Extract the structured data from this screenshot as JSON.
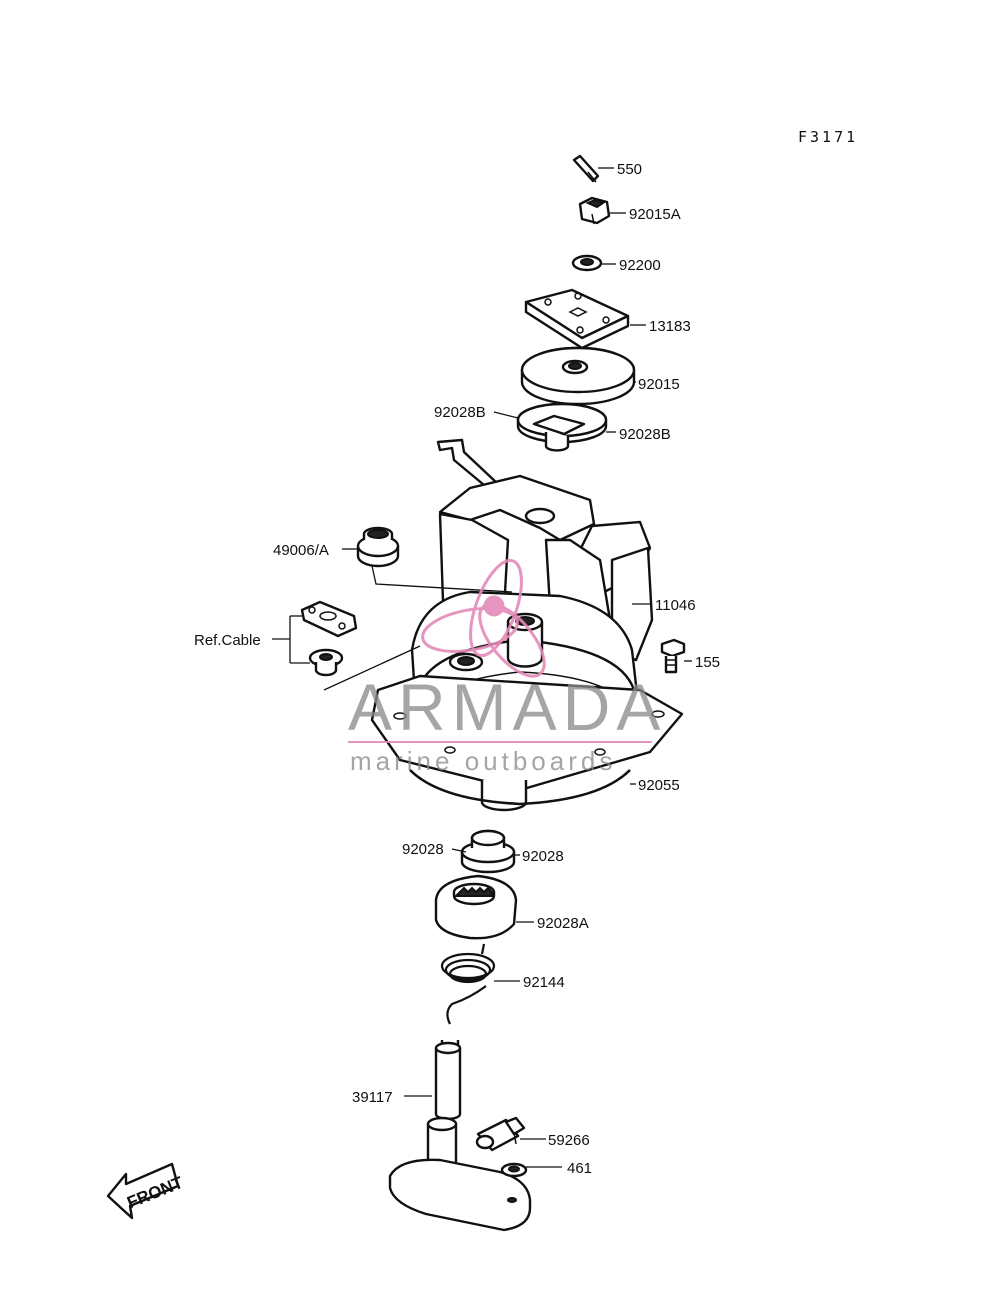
{
  "figure_code": "F3171",
  "callouts": {
    "p550": "550",
    "p92015A": "92015A",
    "p92200": "92200",
    "p13183": "13183",
    "p92015": "92015",
    "p92028B_left": "92028B",
    "p92028B_right": "92028B",
    "p49006A": "49006/A",
    "p11046": "11046",
    "ref_cable": "Ref.Cable",
    "p155": "155",
    "p92055": "92055",
    "p92028_left": "92028",
    "p92028_right": "92028",
    "p92028A": "92028A",
    "p92144": "92144",
    "p39117": "39117",
    "p59266": "59266",
    "p461": "461"
  },
  "front_arrow": {
    "label": "FRONT"
  },
  "watermark": {
    "brand": "ARMADA",
    "tagline": "marine outboards",
    "color_text": "#8a8a8a",
    "color_accent": "#e48ab8"
  }
}
